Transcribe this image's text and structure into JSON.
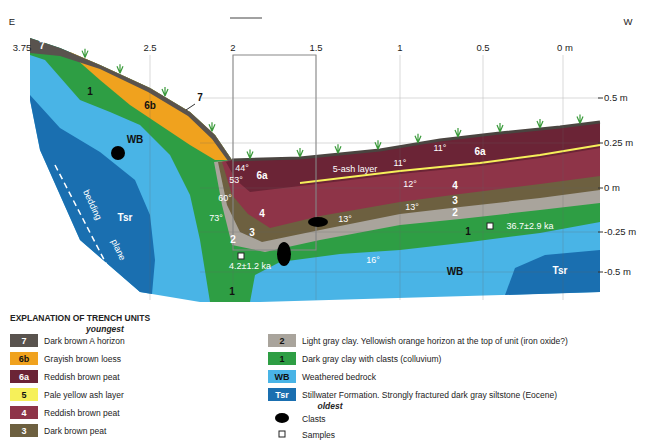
{
  "diagram": {
    "labels": [
      "E",
      "W",
      "3.75",
      "2.5",
      "2",
      "1.5",
      "1",
      "0.5",
      "0 m",
      "0.5 m",
      "0.25 m",
      "0 m",
      "-0.25 m",
      "-0.5 m",
      "7",
      "7",
      "1",
      "6b",
      "WB",
      "Tsr",
      "bedding",
      "plane",
      "44°",
      "53°",
      "60°",
      "73°",
      "6a",
      "4",
      "3",
      "2",
      "1",
      "6a",
      "5-ash layer",
      "11°",
      "11°",
      "4",
      "12°",
      "3",
      "13°",
      "2",
      "13°",
      "1",
      "36.7±2.9 ka",
      "4.2±1.2 ka",
      "16°",
      "WB",
      "Tsr",
      "EXPLANATION OF TRENCH UNITS",
      "youngest",
      "oldest",
      "7",
      "6b",
      "6a",
      "5",
      "4",
      "3",
      "2",
      "1",
      "WB",
      "Tsr"
    ],
    "legend": [
      {
        "text": "Dark brown A horizon",
        "color": "#59534e"
      },
      {
        "text": "Grayish brown loess",
        "color": "#f0a21e"
      },
      {
        "text": "Reddish brown peat",
        "color": "#6b2436"
      },
      {
        "text": "Pale yellow ash layer",
        "color": "#f6f05a"
      },
      {
        "text": "Reddish brown peat",
        "color": "#8e3448"
      },
      {
        "text": "Dark brown peat",
        "color": "#6d6040"
      },
      {
        "text": "Light gray clay. Yellowish orange horizon at the top of unit (iron oxide?)",
        "color": "#a9a49c"
      },
      {
        "text": "Dark gray clay with clasts (colluvium)",
        "color": "#2e9e44"
      },
      {
        "text": "Weathered bedrock",
        "color": "#49b4e6"
      },
      {
        "text": "Stillwater Formation. Strongly fractured dark gray siltstone (Eocene)",
        "color": "#1a6fb0"
      },
      {
        "text": "Clasts"
      },
      {
        "text": "Samples"
      }
    ]
  }
}
